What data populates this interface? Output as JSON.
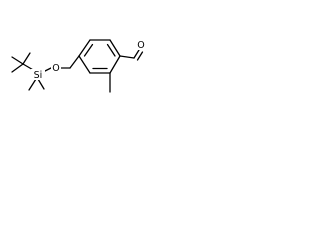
{
  "molecule": {
    "atoms": {
      "si": "Si",
      "o_ether": "O",
      "o_aldehyde": "O"
    },
    "colors": {
      "bond": "#000000",
      "label": "#000000",
      "background": "#ffffff"
    }
  }
}
